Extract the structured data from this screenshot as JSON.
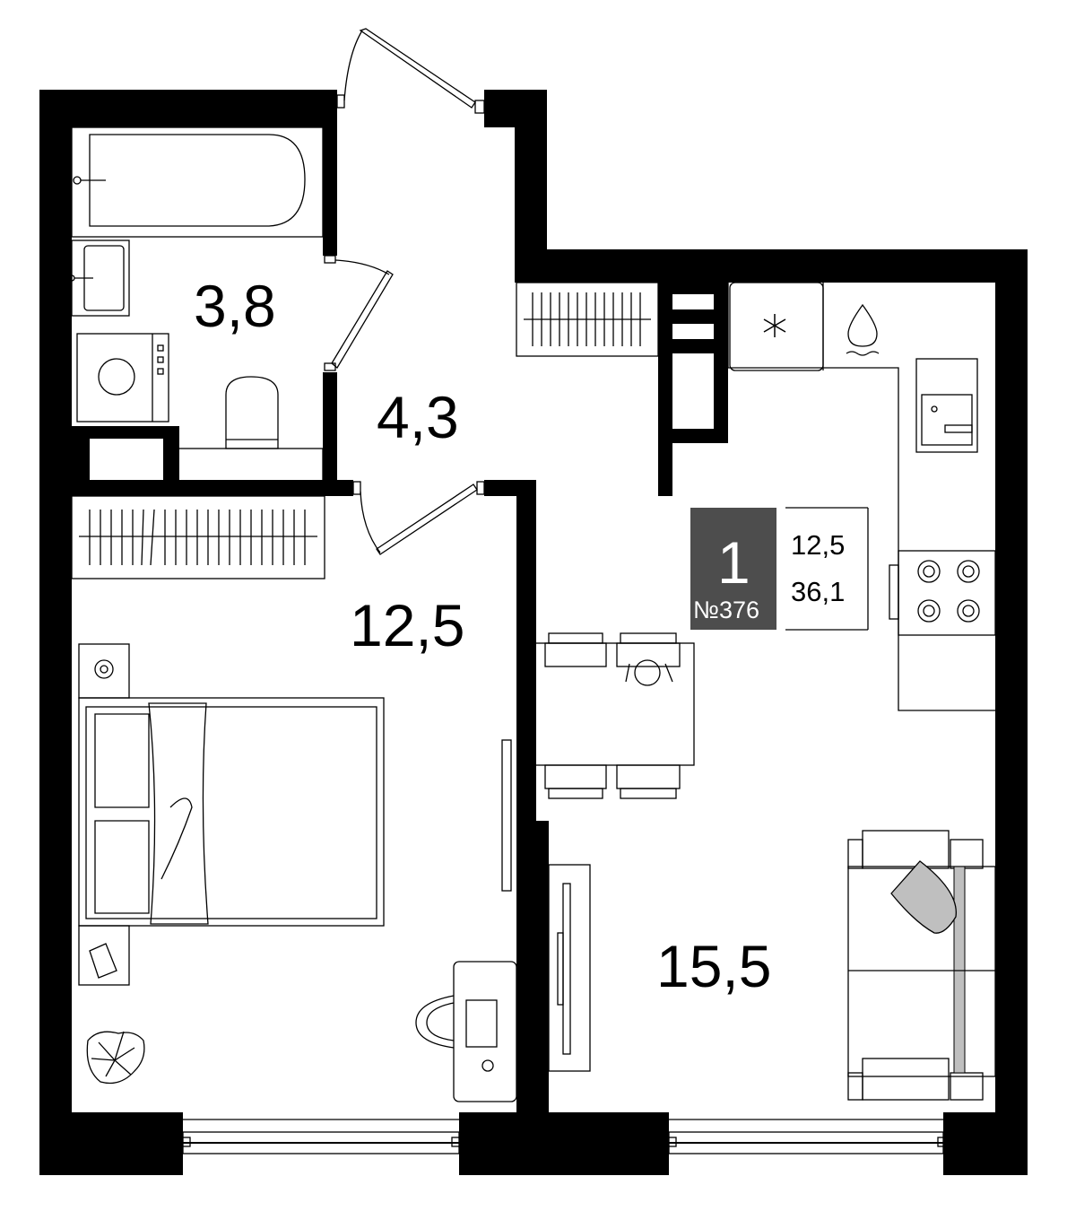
{
  "rooms": {
    "bathroom": {
      "area": "3,8"
    },
    "hall": {
      "area": "4,3"
    },
    "bedroom": {
      "area": "12,5"
    },
    "living": {
      "area": "15,5"
    }
  },
  "info": {
    "rooms_count": "1",
    "unit_number": "№376",
    "living_area": "12,5",
    "total_area": "36,1"
  },
  "colors": {
    "walls": "#000000",
    "badge": "#4d4d4d",
    "furniture_accent": "#bfbfbf"
  }
}
